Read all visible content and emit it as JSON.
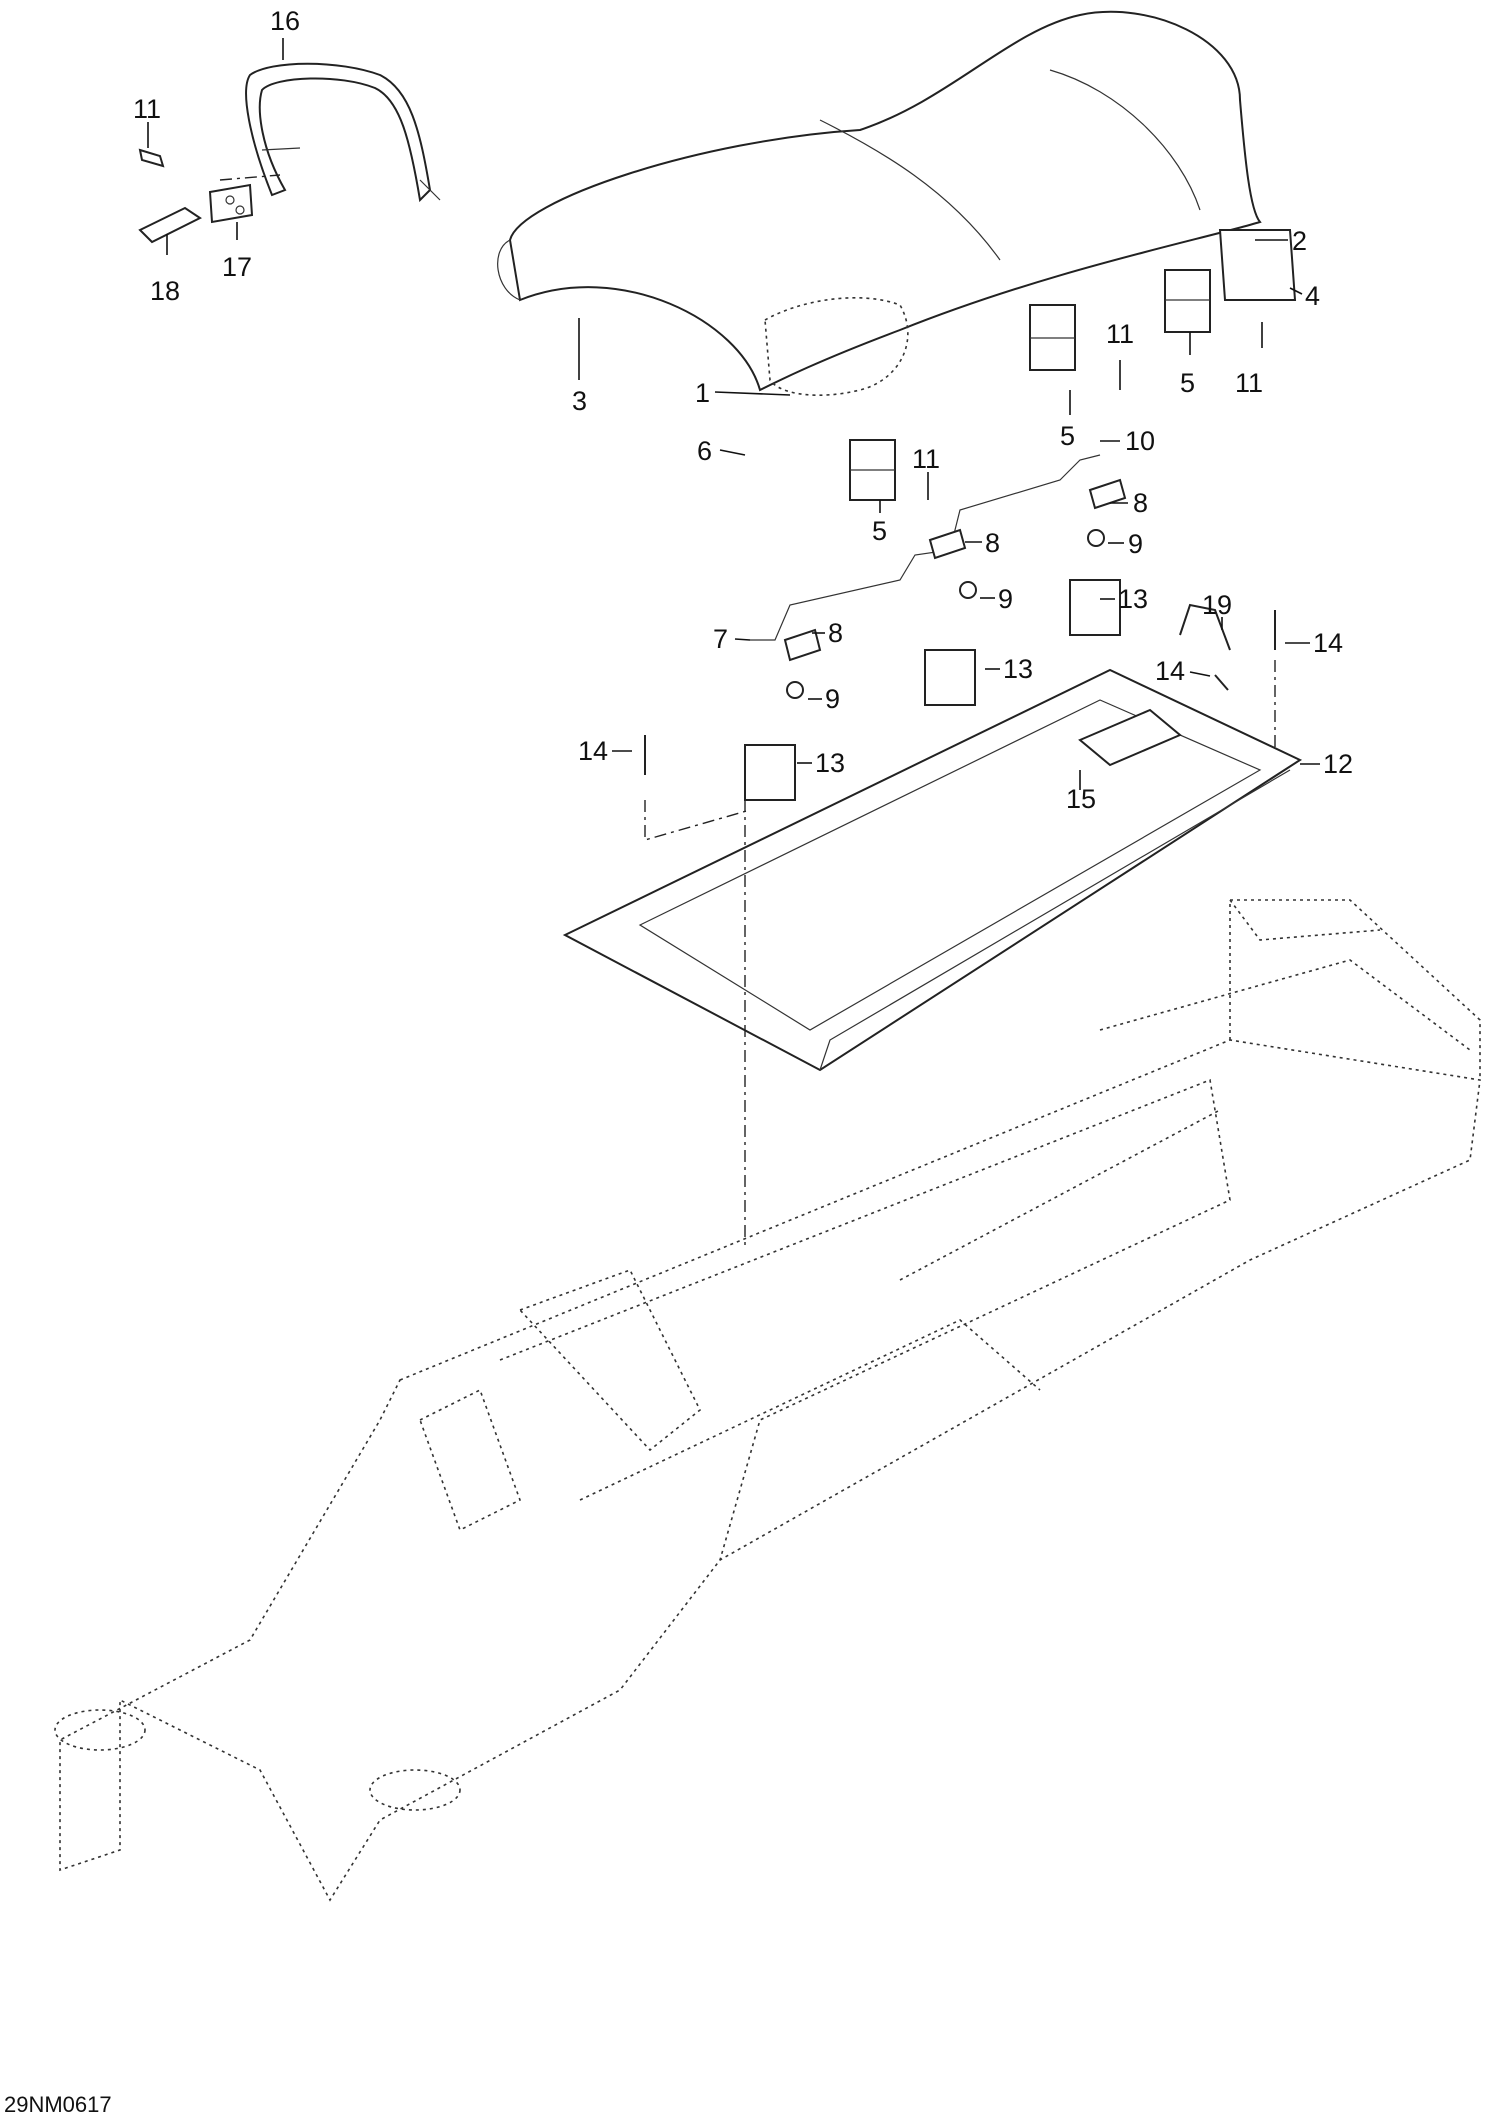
{
  "diagram": {
    "drawing_code": "29NM0617",
    "callouts": [
      {
        "key": "c16",
        "label": "16"
      },
      {
        "key": "c11a",
        "label": "11"
      },
      {
        "key": "c17",
        "label": "17"
      },
      {
        "key": "c18",
        "label": "18"
      },
      {
        "key": "c2",
        "label": "2"
      },
      {
        "key": "c4",
        "label": "4"
      },
      {
        "key": "c3",
        "label": "3"
      },
      {
        "key": "c1",
        "label": "1"
      },
      {
        "key": "c11b",
        "label": "11"
      },
      {
        "key": "c5a",
        "label": "5"
      },
      {
        "key": "c11c",
        "label": "11"
      },
      {
        "key": "c5b",
        "label": "5"
      },
      {
        "key": "c10",
        "label": "10"
      },
      {
        "key": "c6",
        "label": "6"
      },
      {
        "key": "c11d",
        "label": "11"
      },
      {
        "key": "c5c",
        "label": "5"
      },
      {
        "key": "c8a",
        "label": "8"
      },
      {
        "key": "c8b",
        "label": "8"
      },
      {
        "key": "c9a",
        "label": "9"
      },
      {
        "key": "c13a",
        "label": "13"
      },
      {
        "key": "c9b",
        "label": "9"
      },
      {
        "key": "c19",
        "label": "19"
      },
      {
        "key": "c7",
        "label": "7"
      },
      {
        "key": "c8c",
        "label": "8"
      },
      {
        "key": "c14a",
        "label": "14"
      },
      {
        "key": "c13b",
        "label": "13"
      },
      {
        "key": "c14b",
        "label": "14"
      },
      {
        "key": "c9c",
        "label": "9"
      },
      {
        "key": "c14c",
        "label": "14"
      },
      {
        "key": "c13c",
        "label": "13"
      },
      {
        "key": "c12",
        "label": "12"
      },
      {
        "key": "c15",
        "label": "15"
      }
    ]
  }
}
